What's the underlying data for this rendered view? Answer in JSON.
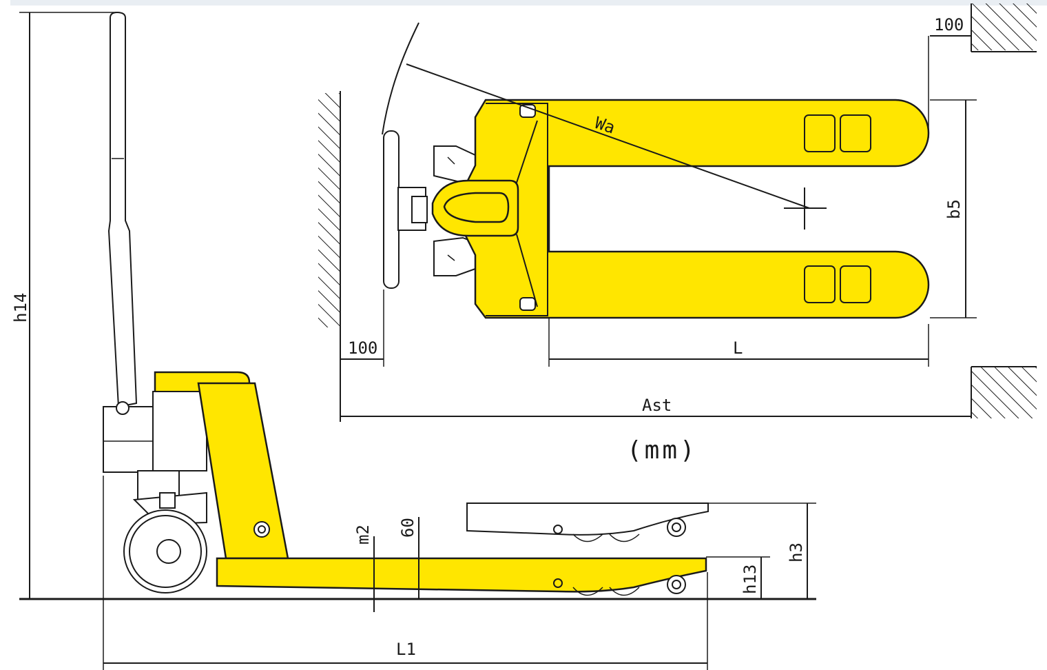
{
  "diagram": {
    "unit_label": "(mm)",
    "top_view": {
      "label_wa": "Wa",
      "label_b5": "b5",
      "label_l": "L",
      "label_ast": "Ast",
      "label_clearance_top": "100",
      "label_clearance_left": "100"
    },
    "side_view": {
      "label_h14": "h14",
      "label_m2": "m2",
      "label_60": "60",
      "label_h3": "h3",
      "label_h13": "h13",
      "label_l1": "L1"
    },
    "colors": {
      "body": "#ffe600",
      "line": "#1a1a1a",
      "top_band": "#e9eef3"
    }
  }
}
